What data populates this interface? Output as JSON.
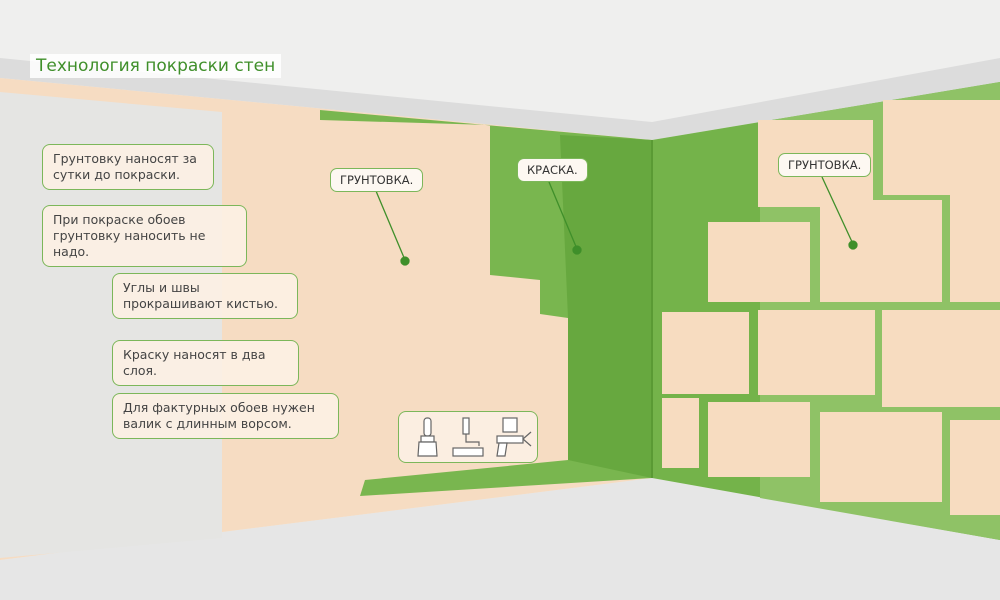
{
  "title": "Технология покраски стен",
  "notes": [
    "Грунтовку наносят за сутки до покраски.",
    "При покраске обоев грунтовку наносить не надо.",
    "Углы и швы прокрашивают кистью.",
    "Краску наносят в два слоя.",
    "Для фактурных обоев нужен валик с длинным ворсом."
  ],
  "labels": {
    "primer_left": "ГРУНТОВКА.",
    "paint": "КРАСКА.",
    "primer_right": "ГРУНТОВКА."
  },
  "tools": [
    "brush-icon",
    "roller-icon",
    "spray-gun-icon"
  ],
  "colors": {
    "green": "#6fb24a",
    "peach": "#f8dcc0",
    "concrete": "#e4e4e2",
    "accent": "#3f8f2a"
  }
}
